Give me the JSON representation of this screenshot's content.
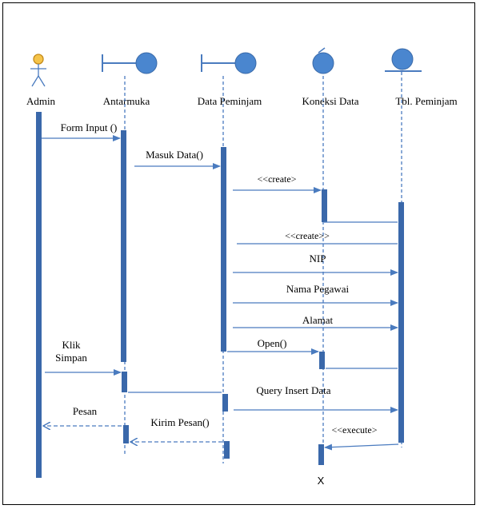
{
  "participants": {
    "admin": "Admin",
    "antarmuka": "Antarmuka",
    "data_peminjam": "Data Peminjam",
    "koneksi_data": "Koneksi Data",
    "tbl_peminjam": "Tbl. Peminjam"
  },
  "messages": {
    "form_input": "Form Input ()",
    "masuk_data": "Masuk Data()",
    "create1": "<<create>",
    "create2": "<<create>>",
    "nip": "NIP",
    "nama_pegawai": "Nama Pegawai",
    "alamat": "Alamat",
    "klik": "Klik",
    "simpan": "Simpan",
    "open": "Open()",
    "query_insert": "Query Insert Data",
    "pesan": "Pesan",
    "kirim_pesan": "Kirim Pesan()",
    "execute": "<<execute>",
    "destroy": "X"
  },
  "colors": {
    "line": "#4a7bbf",
    "activation": "#3a68aa",
    "actor_head": "#f5c44a",
    "boundary_circle": "#4a86cf"
  }
}
